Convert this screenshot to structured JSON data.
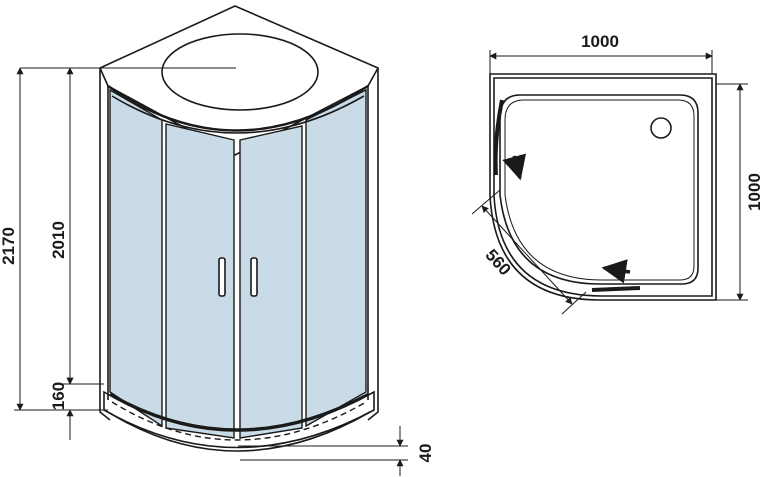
{
  "dimensions": {
    "total_height": "2170",
    "cabin_height": "2010",
    "tray_height": "160",
    "tray_depth": "40",
    "width": "1000",
    "depth": "1000",
    "door_width": "560"
  },
  "colors": {
    "glass": "#c9dbe6",
    "line": "#1a1a1a",
    "background": "#ffffff"
  }
}
